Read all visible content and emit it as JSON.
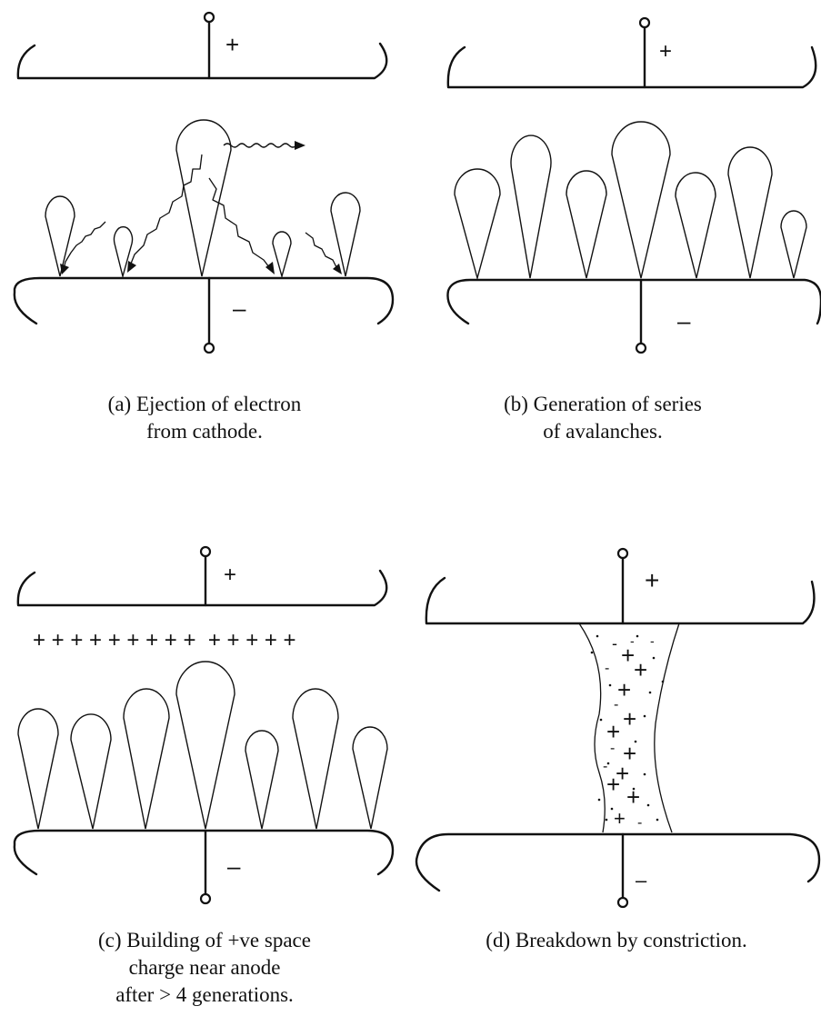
{
  "panels": [
    {
      "id": "a",
      "anode_sign": "+",
      "cathode_sign": "–",
      "caption": [
        "(a) Ejection of electron",
        "from cathode."
      ]
    },
    {
      "id": "b",
      "anode_sign": "+",
      "cathode_sign": "–",
      "caption": [
        "(b) Generation of series",
        "of avalanches."
      ]
    },
    {
      "id": "c",
      "anode_sign": "+",
      "cathode_sign": "–",
      "space_charge": "+ + + + + + + + +  + + + + +",
      "caption": [
        "(c) Building of +ve space",
        "charge near anode",
        "after > 4 generations."
      ]
    },
    {
      "id": "d",
      "anode_sign": "+",
      "cathode_sign": "–",
      "caption": [
        "(d) Breakdown by constriction."
      ],
      "channel_charges": [
        "+",
        "-"
      ]
    }
  ]
}
